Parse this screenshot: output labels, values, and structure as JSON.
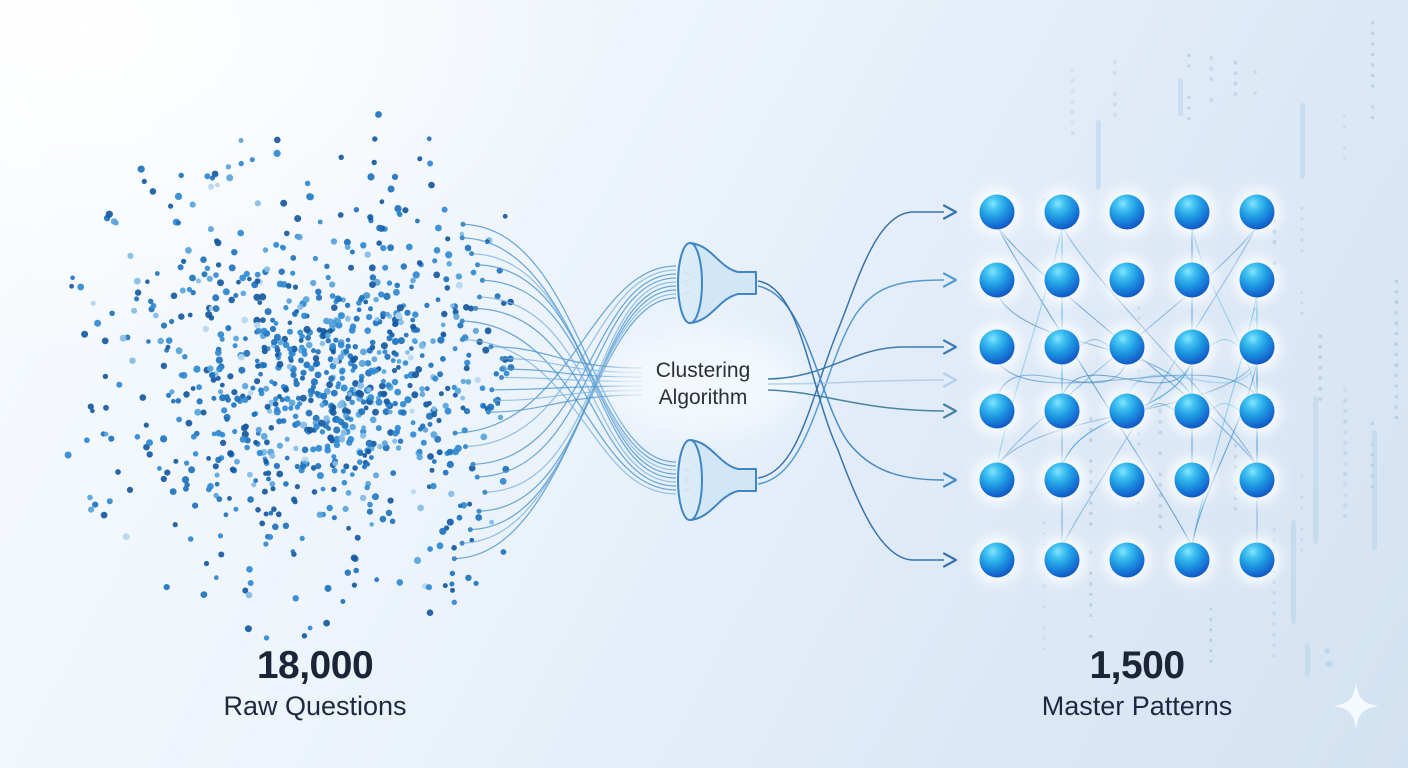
{
  "stats": {
    "source": {
      "value": "18,000",
      "caption": "Raw Questions"
    },
    "output": {
      "value": "1,500",
      "caption": "Master Patterns"
    }
  },
  "process": {
    "line1": "Clustering",
    "line2": "Algorithm"
  },
  "icons": {
    "cloud": "scatter-dot-cloud",
    "funnels": "funnel-icon",
    "arrows": "right-arrow-icon",
    "grid": "sphere-grid",
    "sparkle": "sparkle-icon",
    "rain": "digital-rain-dots"
  },
  "colors": {
    "dot_palette": [
      "#15599f",
      "#1d72bd",
      "#2e89d1",
      "#57a3da",
      "#82bce6",
      "#b5d7ef"
    ],
    "flow_line": "#4a94cc",
    "flow_line_light": "#7fb4de",
    "arrow": "#2e6da6",
    "funnel_stroke": "#3f86c5",
    "funnel_fill": "#cfe4f5",
    "funnel_mouth": "#d9ebf8",
    "connector": "#3c86c2",
    "connector_light": "#49b0e4",
    "sphere_stops": [
      "#86e4ff",
      "#41c2f1",
      "#1e9ae2",
      "#1467d0",
      "#0c4ba6"
    ],
    "sphere_glow": "#ffffff",
    "decor_square": "#7fa6c9",
    "decor_bar": "#b9d3ea",
    "sparkle": "#f6fbff",
    "text_dark": "#1b2537",
    "text_process": "#2b3038"
  },
  "visual": {
    "cloud_core_count": 420,
    "cloud_outer_count": 560,
    "flows_to_upper_funnel": 9,
    "flows_to_lower_funnel": 9,
    "flows_middle": 7,
    "fan_arrow_count": 7,
    "grid_rows": 6,
    "grid_cols": 5,
    "connector_count": 24,
    "rain_columns": 16
  }
}
